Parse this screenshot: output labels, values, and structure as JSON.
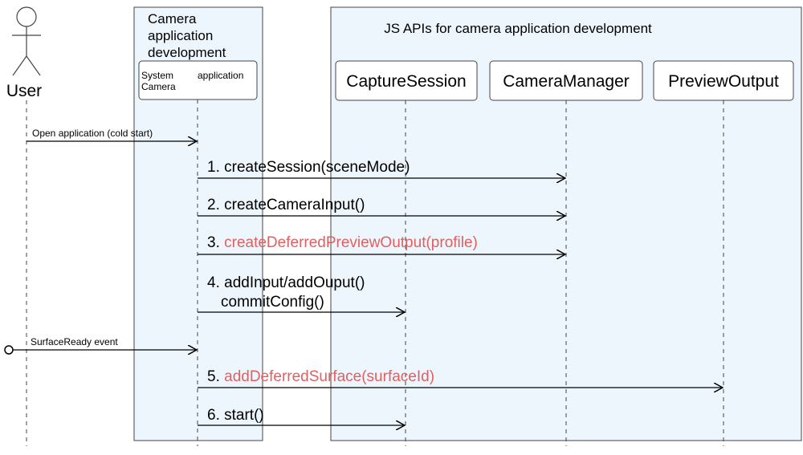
{
  "actor": {
    "label": "User"
  },
  "groups": {
    "app": {
      "title_lines": [
        "Camera",
        "application",
        "development"
      ]
    },
    "api": {
      "title": "JS APIs for camera application development"
    }
  },
  "participants": {
    "system_camera": {
      "line1_left": "System",
      "line1_right": "application",
      "line2": "Camera"
    },
    "capture_session": {
      "label": "CaptureSession"
    },
    "camera_manager": {
      "label": "CameraManager"
    },
    "preview_output": {
      "label": "PreviewOutput"
    }
  },
  "messages": [
    {
      "id": "open-app",
      "from": "user",
      "to": "system_camera",
      "lines": [
        "Open application (cold start)"
      ],
      "color": "#000000"
    },
    {
      "id": "create-session",
      "from": "system_camera",
      "to": "camera_manager",
      "lines": [
        "1. createSession(sceneMode)"
      ],
      "color": "#000000"
    },
    {
      "id": "create-camera-input",
      "from": "system_camera",
      "to": "camera_manager",
      "lines": [
        "2. createCameraInput()"
      ],
      "color": "#000000"
    },
    {
      "id": "create-deferred-preview-output",
      "from": "system_camera",
      "to": "camera_manager",
      "prefix": "3. ",
      "lines": [
        "createDeferredPreviewOutput(profile)"
      ],
      "color": "#e06060"
    },
    {
      "id": "add-input-commit",
      "from": "system_camera",
      "to": "capture_session",
      "lines": [
        "4. addInput/addOuput()",
        "commitConfig()"
      ],
      "color": "#000000"
    },
    {
      "id": "surface-ready",
      "from": "external",
      "to": "system_camera",
      "lines": [
        "SurfaceReady event"
      ],
      "color": "#000000"
    },
    {
      "id": "add-deferred-surface",
      "from": "system_camera",
      "to": "preview_output",
      "prefix": "5. ",
      "lines": [
        "addDeferredSurface(surfaceId)"
      ],
      "color": "#e06060"
    },
    {
      "id": "start",
      "from": "system_camera",
      "to": "capture_session",
      "lines": [
        "6. start()"
      ],
      "color": "#000000"
    }
  ],
  "colors": {
    "group_fill": "#eef6fd",
    "highlight": "#e06060",
    "line": "#333333"
  }
}
